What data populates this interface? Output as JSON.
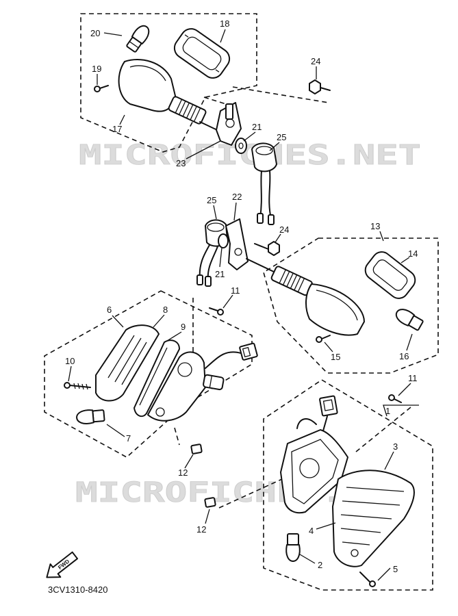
{
  "diagram": {
    "callouts": [
      "20",
      "18",
      "19",
      "24",
      "17",
      "21",
      "25",
      "23",
      "25",
      "22",
      "24",
      "13",
      "14",
      "21",
      "11",
      "6",
      "8",
      "9",
      "10",
      "15",
      "16",
      "11",
      "1",
      "3",
      "7",
      "12",
      "4",
      "12",
      "2",
      "5"
    ],
    "watermark": "MICROFICHES.NET",
    "catalog_code": "3CV1310-8420",
    "fwd_label": "FWD"
  }
}
